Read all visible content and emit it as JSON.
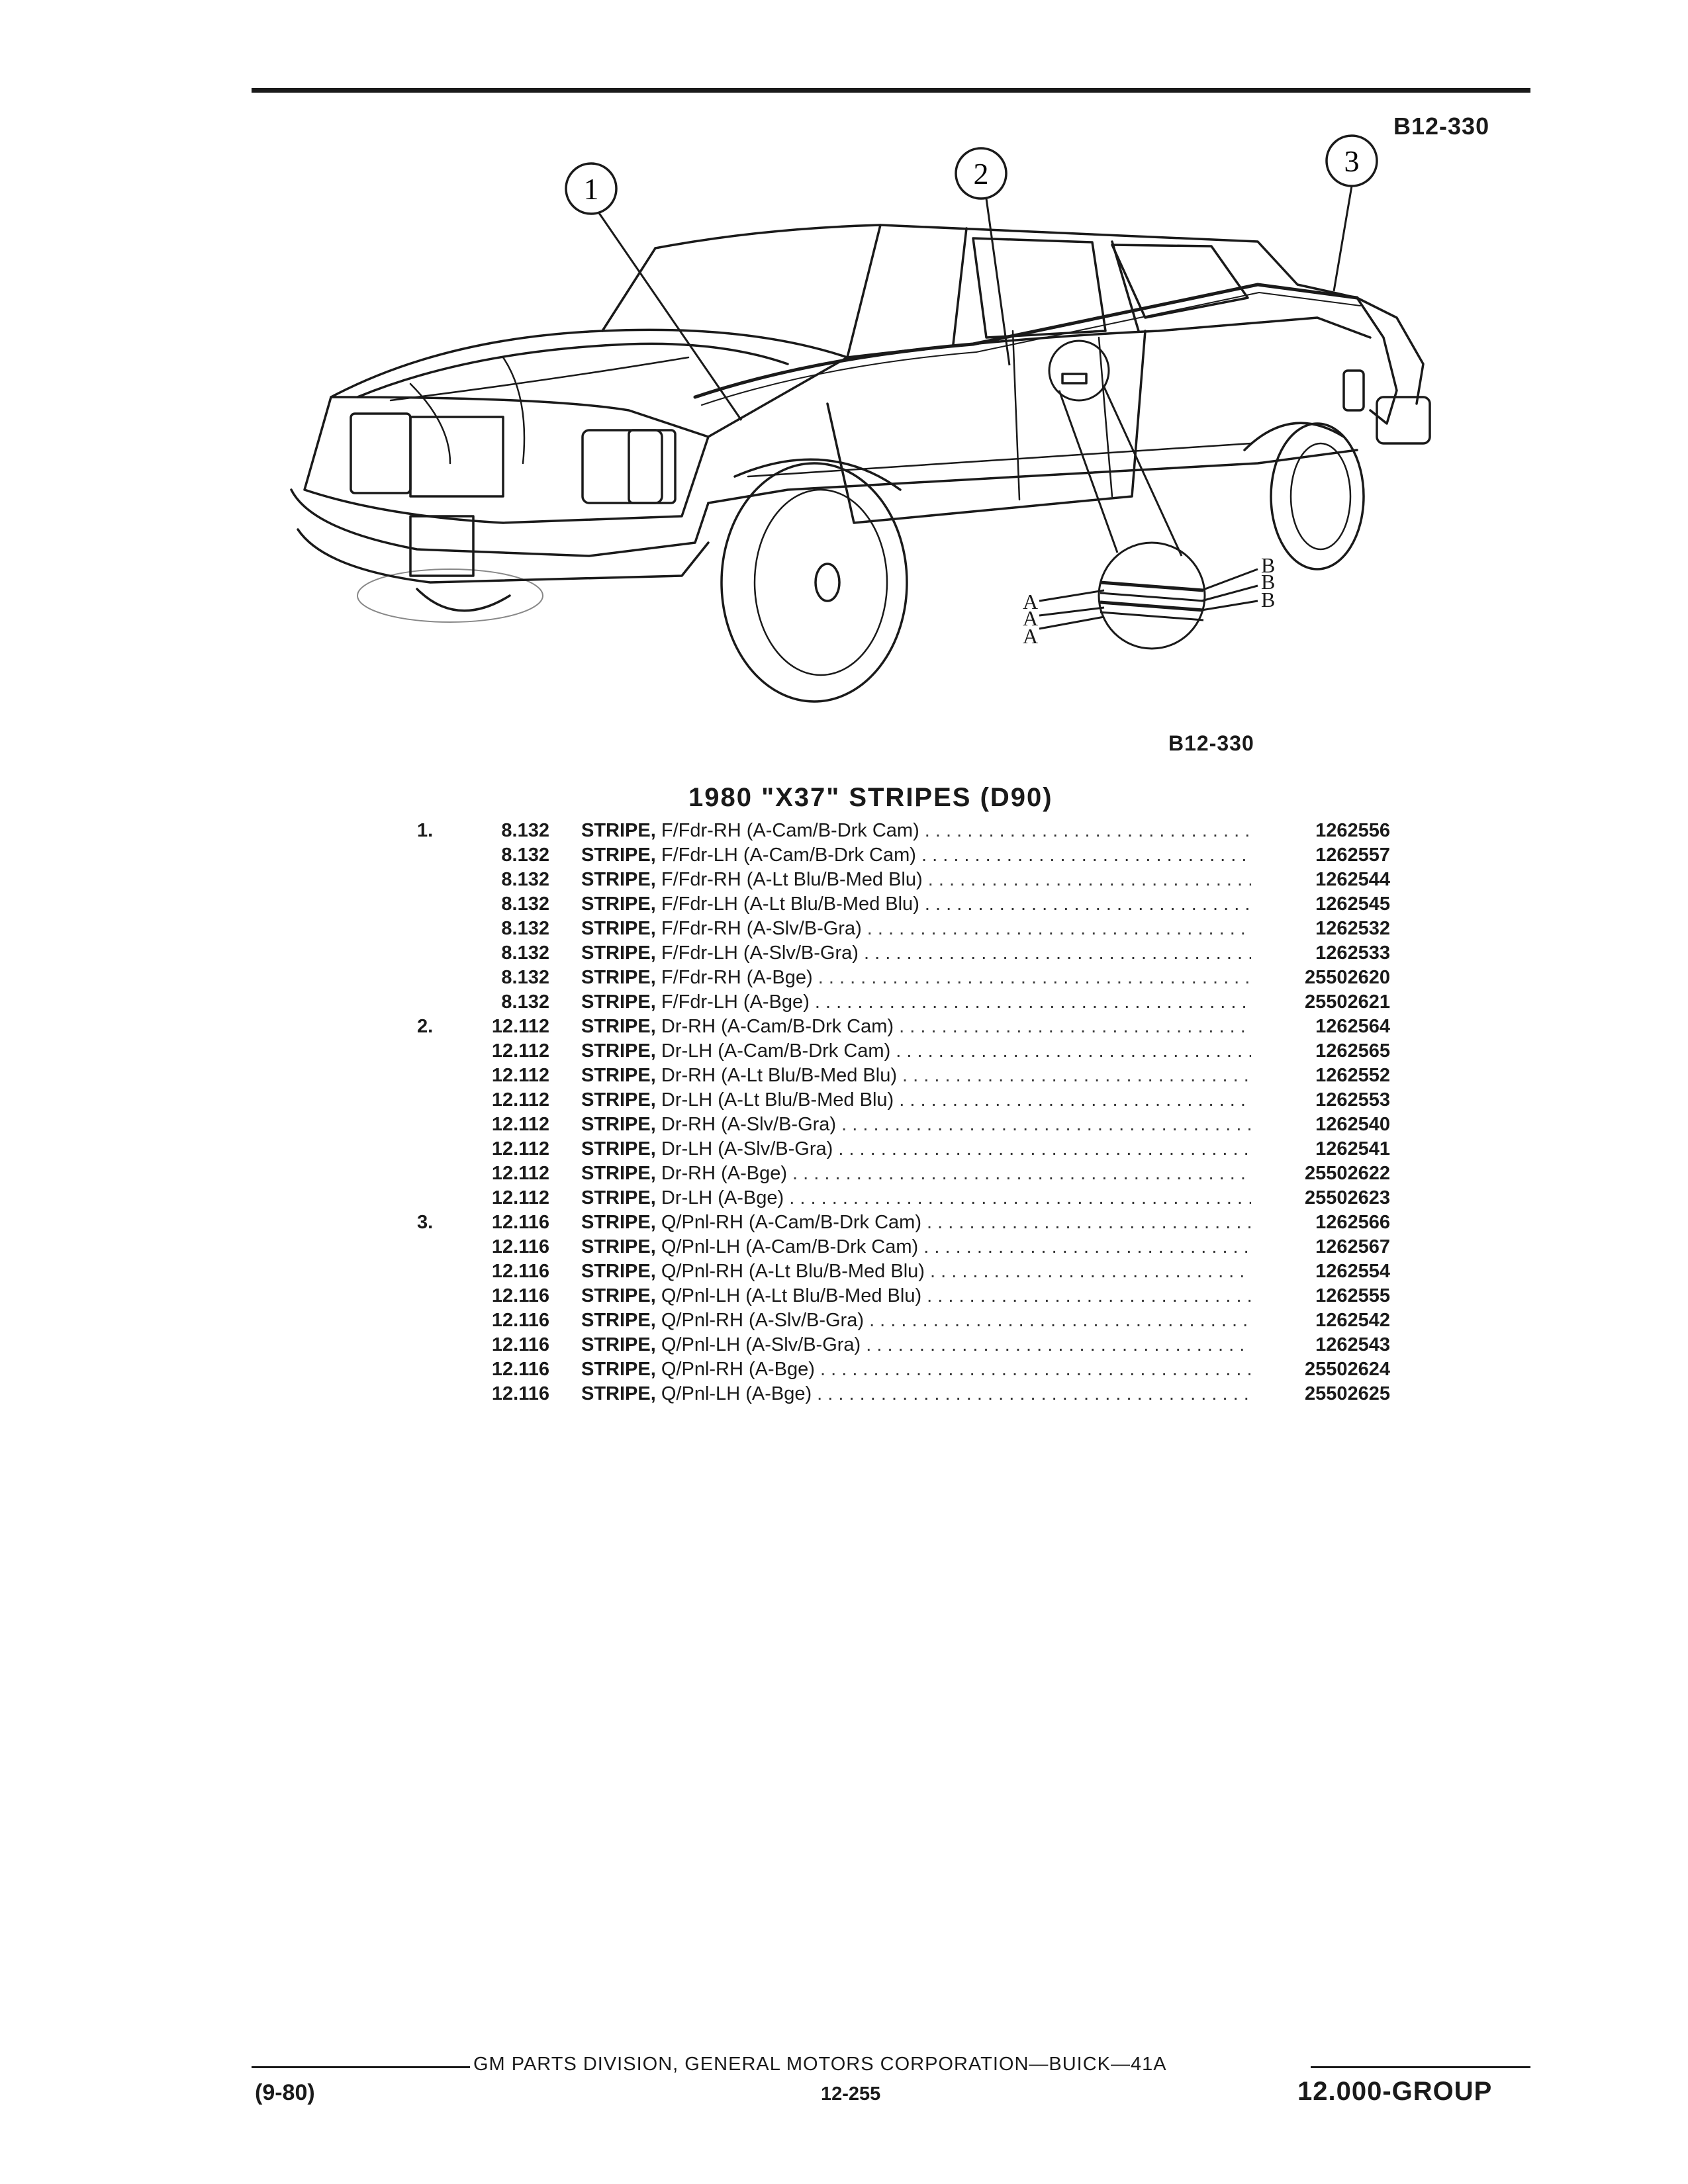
{
  "figure": {
    "code_top": "B12-330",
    "code_bottom": "B12-330",
    "callouts": [
      "1",
      "2",
      "3"
    ],
    "detail_labels": {
      "a": "A",
      "b": "B"
    }
  },
  "section_title": "1980 \"X37\" STRIPES (D90)",
  "parts": [
    {
      "ref": "1.",
      "group": "8.132",
      "name": "STRIPE,",
      "desc": "F/Fdr-RH (A-Cam/B-Drk Cam)",
      "part": "1262556"
    },
    {
      "ref": "",
      "group": "8.132",
      "name": "STRIPE,",
      "desc": "F/Fdr-LH (A-Cam/B-Drk Cam)",
      "part": "1262557"
    },
    {
      "ref": "",
      "group": "8.132",
      "name": "STRIPE,",
      "desc": "F/Fdr-RH (A-Lt Blu/B-Med Blu)",
      "part": "1262544"
    },
    {
      "ref": "",
      "group": "8.132",
      "name": "STRIPE,",
      "desc": "F/Fdr-LH (A-Lt Blu/B-Med Blu)",
      "part": "1262545"
    },
    {
      "ref": "",
      "group": "8.132",
      "name": "STRIPE,",
      "desc": "F/Fdr-RH (A-Slv/B-Gra)",
      "part": "1262532"
    },
    {
      "ref": "",
      "group": "8.132",
      "name": "STRIPE,",
      "desc": "F/Fdr-LH (A-Slv/B-Gra)",
      "part": "1262533"
    },
    {
      "ref": "",
      "group": "8.132",
      "name": "STRIPE,",
      "desc": "F/Fdr-RH (A-Bge)",
      "part": "25502620"
    },
    {
      "ref": "",
      "group": "8.132",
      "name": "STRIPE,",
      "desc": "F/Fdr-LH (A-Bge)",
      "part": "25502621"
    },
    {
      "ref": "2.",
      "group": "12.112",
      "name": "STRIPE,",
      "desc": "Dr-RH (A-Cam/B-Drk Cam)",
      "part": "1262564"
    },
    {
      "ref": "",
      "group": "12.112",
      "name": "STRIPE,",
      "desc": "Dr-LH (A-Cam/B-Drk Cam)",
      "part": "1262565"
    },
    {
      "ref": "",
      "group": "12.112",
      "name": "STRIPE,",
      "desc": "Dr-RH (A-Lt Blu/B-Med Blu)",
      "part": "1262552"
    },
    {
      "ref": "",
      "group": "12.112",
      "name": "STRIPE,",
      "desc": "Dr-LH (A-Lt Blu/B-Med Blu)",
      "part": "1262553"
    },
    {
      "ref": "",
      "group": "12.112",
      "name": "STRIPE,",
      "desc": "Dr-RH (A-Slv/B-Gra)",
      "part": "1262540"
    },
    {
      "ref": "",
      "group": "12.112",
      "name": "STRIPE,",
      "desc": "Dr-LH (A-Slv/B-Gra)",
      "part": "1262541"
    },
    {
      "ref": "",
      "group": "12.112",
      "name": "STRIPE,",
      "desc": "Dr-RH (A-Bge)",
      "part": "25502622"
    },
    {
      "ref": "",
      "group": "12.112",
      "name": "STRIPE,",
      "desc": "Dr-LH (A-Bge)",
      "part": "25502623"
    },
    {
      "ref": "3.",
      "group": "12.116",
      "name": "STRIPE,",
      "desc": "Q/Pnl-RH (A-Cam/B-Drk Cam)",
      "part": "1262566"
    },
    {
      "ref": "",
      "group": "12.116",
      "name": "STRIPE,",
      "desc": "Q/Pnl-LH (A-Cam/B-Drk Cam)",
      "part": "1262567"
    },
    {
      "ref": "",
      "group": "12.116",
      "name": "STRIPE,",
      "desc": "Q/Pnl-RH (A-Lt Blu/B-Med Blu)",
      "part": "1262554"
    },
    {
      "ref": "",
      "group": "12.116",
      "name": "STRIPE,",
      "desc": "Q/Pnl-LH (A-Lt Blu/B-Med Blu)",
      "part": "1262555"
    },
    {
      "ref": "",
      "group": "12.116",
      "name": "STRIPE,",
      "desc": "Q/Pnl-RH (A-Slv/B-Gra)",
      "part": "1262542"
    },
    {
      "ref": "",
      "group": "12.116",
      "name": "STRIPE,",
      "desc": "Q/Pnl-LH (A-Slv/B-Gra)",
      "part": "1262543"
    },
    {
      "ref": "",
      "group": "12.116",
      "name": "STRIPE,",
      "desc": "Q/Pnl-RH (A-Bge)",
      "part": "25502624"
    },
    {
      "ref": "",
      "group": "12.116",
      "name": "STRIPE,",
      "desc": "Q/Pnl-LH (A-Bge)",
      "part": "25502625"
    }
  ],
  "footer": {
    "center": "GM PARTS DIVISION, GENERAL MOTORS CORPORATION—BUICK—41A",
    "date": "(9-80)",
    "page": "12-255",
    "group": "12.000-GROUP"
  }
}
